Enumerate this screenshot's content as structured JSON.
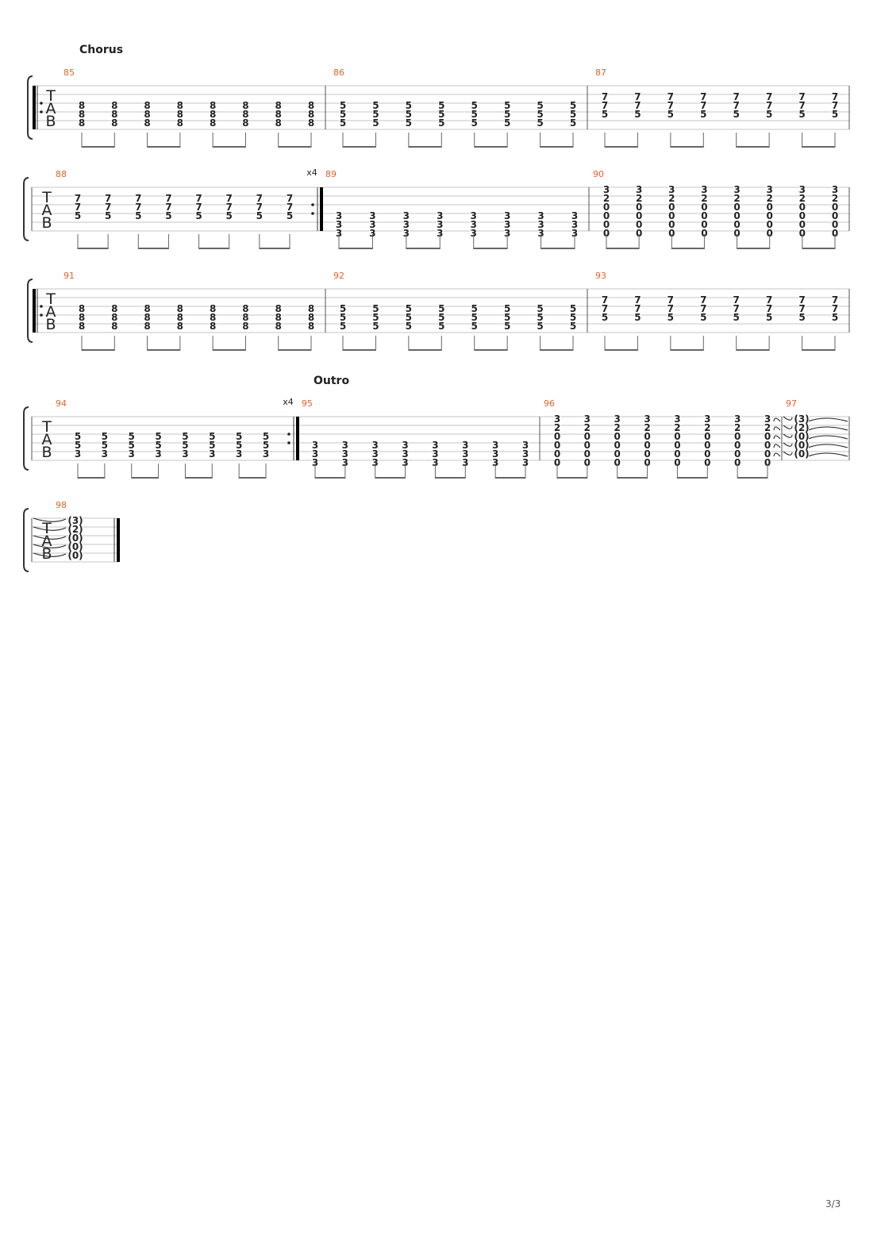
{
  "page": {
    "number": "3/3"
  },
  "clef_letters": [
    "T",
    "A",
    "B"
  ],
  "systems": [
    {
      "section": "Chorus",
      "measures": [
        {
          "number": "85",
          "repeat_start": true,
          "chords": [
            [
              "",
              "",
              "8",
              "8",
              "8",
              ""
            ],
            [
              "",
              "",
              "8",
              "8",
              "8",
              ""
            ],
            [
              "",
              "",
              "8",
              "8",
              "8",
              ""
            ],
            [
              "",
              "",
              "8",
              "8",
              "8",
              ""
            ],
            [
              "",
              "",
              "8",
              "8",
              "8",
              ""
            ],
            [
              "",
              "",
              "8",
              "8",
              "8",
              ""
            ],
            [
              "",
              "",
              "8",
              "8",
              "8",
              ""
            ],
            [
              "",
              "",
              "8",
              "8",
              "8",
              ""
            ]
          ]
        },
        {
          "number": "86",
          "chords": [
            [
              "",
              "",
              "5",
              "5",
              "5",
              ""
            ],
            [
              "",
              "",
              "5",
              "5",
              "5",
              ""
            ],
            [
              "",
              "",
              "5",
              "5",
              "5",
              ""
            ],
            [
              "",
              "",
              "5",
              "5",
              "5",
              ""
            ],
            [
              "",
              "",
              "5",
              "5",
              "5",
              ""
            ],
            [
              "",
              "",
              "5",
              "5",
              "5",
              ""
            ],
            [
              "",
              "",
              "5",
              "5",
              "5",
              ""
            ],
            [
              "",
              "",
              "5",
              "5",
              "5",
              ""
            ]
          ]
        },
        {
          "number": "87",
          "chords": [
            [
              "",
              "7",
              "7",
              "5",
              "",
              ""
            ],
            [
              "",
              "7",
              "7",
              "5",
              "",
              ""
            ],
            [
              "",
              "7",
              "7",
              "5",
              "",
              ""
            ],
            [
              "",
              "7",
              "7",
              "5",
              "",
              ""
            ],
            [
              "",
              "7",
              "7",
              "5",
              "",
              ""
            ],
            [
              "",
              "7",
              "7",
              "5",
              "",
              ""
            ],
            [
              "",
              "7",
              "7",
              "5",
              "",
              ""
            ],
            [
              "",
              "7",
              "7",
              "5",
              "",
              ""
            ]
          ]
        }
      ]
    },
    {
      "measures": [
        {
          "number": "88",
          "repeat_end": true,
          "repeat_count": "x4",
          "chords": [
            [
              "",
              "7",
              "7",
              "5",
              "",
              ""
            ],
            [
              "",
              "7",
              "7",
              "5",
              "",
              ""
            ],
            [
              "",
              "7",
              "7",
              "5",
              "",
              ""
            ],
            [
              "",
              "7",
              "7",
              "5",
              "",
              ""
            ],
            [
              "",
              "7",
              "7",
              "5",
              "",
              ""
            ],
            [
              "",
              "7",
              "7",
              "5",
              "",
              ""
            ],
            [
              "",
              "7",
              "7",
              "5",
              "",
              ""
            ],
            [
              "",
              "7",
              "7",
              "5",
              "",
              ""
            ]
          ]
        },
        {
          "number": "89",
          "chords": [
            [
              "",
              "",
              "",
              "3",
              "3",
              "3"
            ],
            [
              "",
              "",
              "",
              "3",
              "3",
              "3"
            ],
            [
              "",
              "",
              "",
              "3",
              "3",
              "3"
            ],
            [
              "",
              "",
              "",
              "3",
              "3",
              "3"
            ],
            [
              "",
              "",
              "",
              "3",
              "3",
              "3"
            ],
            [
              "",
              "",
              "",
              "3",
              "3",
              "3"
            ],
            [
              "",
              "",
              "",
              "3",
              "3",
              "3"
            ],
            [
              "",
              "",
              "",
              "3",
              "3",
              "3"
            ]
          ]
        },
        {
          "number": "90",
          "chords": [
            [
              "3",
              "2",
              "0",
              "0",
              "0",
              "0"
            ],
            [
              "3",
              "2",
              "0",
              "0",
              "0",
              "0"
            ],
            [
              "3",
              "2",
              "0",
              "0",
              "0",
              "0"
            ],
            [
              "3",
              "2",
              "0",
              "0",
              "0",
              "0"
            ],
            [
              "3",
              "2",
              "0",
              "0",
              "0",
              "0"
            ],
            [
              "3",
              "2",
              "0",
              "0",
              "0",
              "0"
            ],
            [
              "3",
              "2",
              "0",
              "0",
              "0",
              "0"
            ],
            [
              "3",
              "2",
              "0",
              "0",
              "0",
              "0"
            ]
          ]
        }
      ]
    },
    {
      "measures": [
        {
          "number": "91",
          "repeat_start": true,
          "chords": [
            [
              "",
              "",
              "8",
              "8",
              "8",
              ""
            ],
            [
              "",
              "",
              "8",
              "8",
              "8",
              ""
            ],
            [
              "",
              "",
              "8",
              "8",
              "8",
              ""
            ],
            [
              "",
              "",
              "8",
              "8",
              "8",
              ""
            ],
            [
              "",
              "",
              "8",
              "8",
              "8",
              ""
            ],
            [
              "",
              "",
              "8",
              "8",
              "8",
              ""
            ],
            [
              "",
              "",
              "8",
              "8",
              "8",
              ""
            ],
            [
              "",
              "",
              "8",
              "8",
              "8",
              ""
            ]
          ]
        },
        {
          "number": "92",
          "chords": [
            [
              "",
              "",
              "5",
              "5",
              "5",
              ""
            ],
            [
              "",
              "",
              "5",
              "5",
              "5",
              ""
            ],
            [
              "",
              "",
              "5",
              "5",
              "5",
              ""
            ],
            [
              "",
              "",
              "5",
              "5",
              "5",
              ""
            ],
            [
              "",
              "",
              "5",
              "5",
              "5",
              ""
            ],
            [
              "",
              "",
              "5",
              "5",
              "5",
              ""
            ],
            [
              "",
              "",
              "5",
              "5",
              "5",
              ""
            ],
            [
              "",
              "",
              "5",
              "5",
              "5",
              ""
            ]
          ]
        },
        {
          "number": "93",
          "chords": [
            [
              "",
              "7",
              "7",
              "5",
              "",
              ""
            ],
            [
              "",
              "7",
              "7",
              "5",
              "",
              ""
            ],
            [
              "",
              "7",
              "7",
              "5",
              "",
              ""
            ],
            [
              "",
              "7",
              "7",
              "5",
              "",
              ""
            ],
            [
              "",
              "7",
              "7",
              "5",
              "",
              ""
            ],
            [
              "",
              "7",
              "7",
              "5",
              "",
              ""
            ],
            [
              "",
              "7",
              "7",
              "5",
              "",
              ""
            ],
            [
              "",
              "7",
              "7",
              "5",
              "",
              ""
            ]
          ]
        }
      ]
    },
    {
      "section": "Outro",
      "measures": [
        {
          "number": "94",
          "repeat_end": true,
          "repeat_count": "x4",
          "chords": [
            [
              "",
              "",
              "5",
              "5",
              "3",
              ""
            ],
            [
              "",
              "",
              "5",
              "5",
              "3",
              ""
            ],
            [
              "",
              "",
              "5",
              "5",
              "3",
              ""
            ],
            [
              "",
              "",
              "5",
              "5",
              "3",
              ""
            ],
            [
              "",
              "",
              "5",
              "5",
              "3",
              ""
            ],
            [
              "",
              "",
              "5",
              "5",
              "3",
              ""
            ],
            [
              "",
              "",
              "5",
              "5",
              "3",
              ""
            ],
            [
              "",
              "",
              "5",
              "5",
              "3",
              ""
            ]
          ]
        },
        {
          "number": "95",
          "chords": [
            [
              "",
              "",
              "",
              "3",
              "3",
              "3"
            ],
            [
              "",
              "",
              "",
              "3",
              "3",
              "3"
            ],
            [
              "",
              "",
              "",
              "3",
              "3",
              "3"
            ],
            [
              "",
              "",
              "",
              "3",
              "3",
              "3"
            ],
            [
              "",
              "",
              "",
              "3",
              "3",
              "3"
            ],
            [
              "",
              "",
              "",
              "3",
              "3",
              "3"
            ],
            [
              "",
              "",
              "",
              "3",
              "3",
              "3"
            ],
            [
              "",
              "",
              "",
              "3",
              "3",
              "3"
            ]
          ]
        },
        {
          "number": "96",
          "tie_out": true,
          "chords": [
            [
              "3",
              "2",
              "0",
              "0",
              "0",
              "0"
            ],
            [
              "3",
              "2",
              "0",
              "0",
              "0",
              "0"
            ],
            [
              "3",
              "2",
              "0",
              "0",
              "0",
              "0"
            ],
            [
              "3",
              "2",
              "0",
              "0",
              "0",
              "0"
            ],
            [
              "3",
              "2",
              "0",
              "0",
              "0",
              "0"
            ],
            [
              "3",
              "2",
              "0",
              "0",
              "0",
              "0"
            ],
            [
              "3",
              "2",
              "0",
              "0",
              "0",
              "0"
            ],
            [
              "3",
              "2",
              "0",
              "0",
              "0",
              "0"
            ]
          ]
        },
        {
          "number": "97",
          "tie_in": true,
          "tie_out": true,
          "chords": [
            [
              "(3)",
              "(2)",
              "(0)",
              "(0)",
              "(0)",
              ""
            ]
          ]
        }
      ]
    },
    {
      "measures": [
        {
          "number": "98",
          "tie_in": true,
          "final": true,
          "chords": [
            [
              "(3)",
              "(2)",
              "(0)",
              "(0)",
              "(0)",
              ""
            ]
          ]
        }
      ]
    }
  ]
}
